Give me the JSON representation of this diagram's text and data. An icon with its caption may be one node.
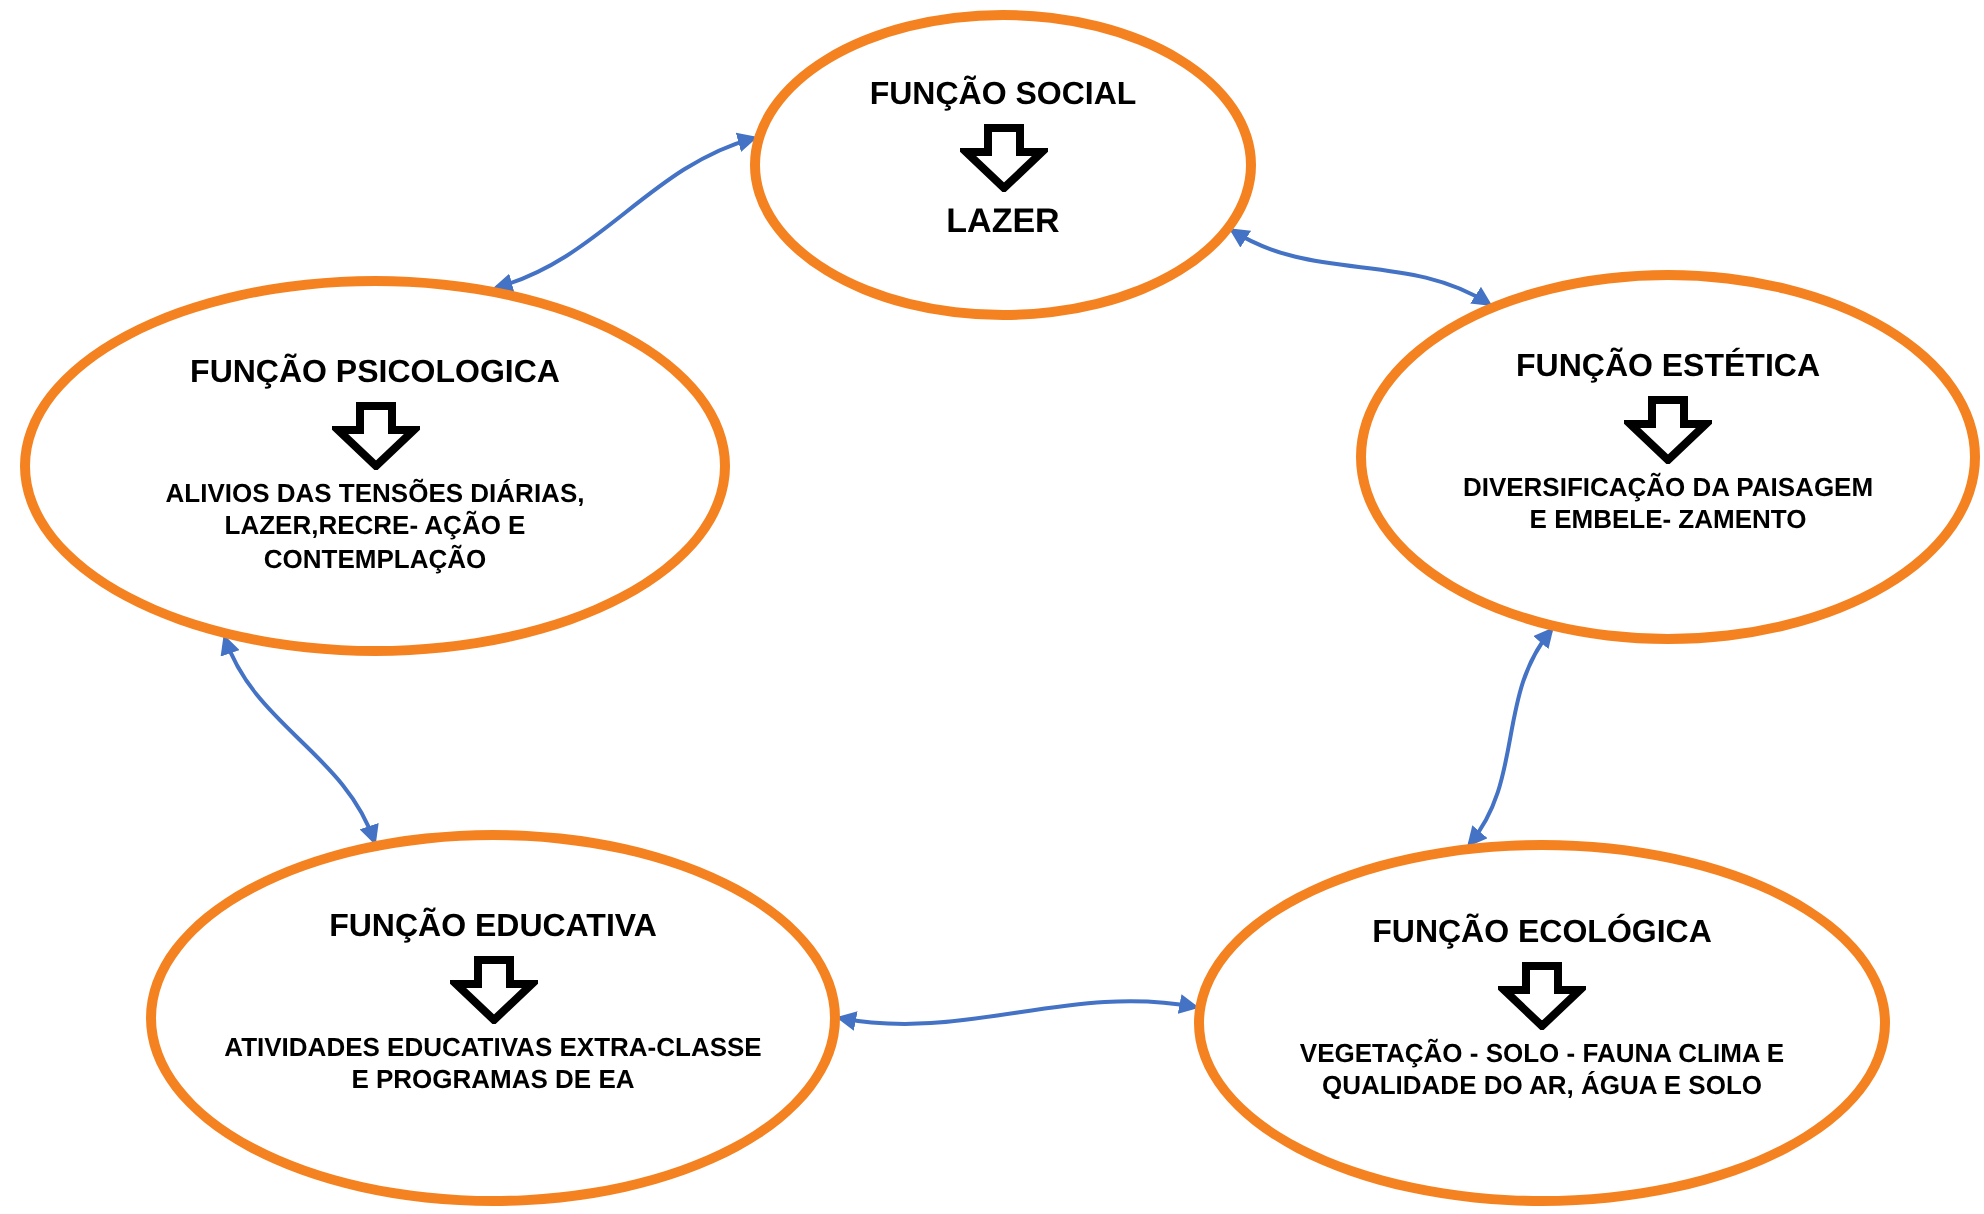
{
  "diagram": {
    "nodes": [
      {
        "text": [
          "FUNÇÃO SOCIAL",
          "LAZER"
        ]
      },
      {
        "text": [
          "FUNÇÃO PSICOLOGICA",
          "ALIVIOS DAS TENSÕES DIÁRIAS, LAZER,RECRE- AÇÃO E CONTEMPLAÇÃO"
        ]
      },
      {
        "text": [
          "FUNÇÃO ESTÉTICA",
          "DIVERSIFICAÇÃO DA PAISAGEM E EMBELE- ZAMENTO"
        ]
      },
      {
        "text": [
          "FUNÇÃO EDUCATIVA",
          "ATIVIDADES EDUCATIVAS EXTRA-CLASSE E PROGRAMAS DE EA"
        ]
      },
      {
        "text": [
          "FUNÇÃO ECOLÓGICA",
          "VEGETAÇÃO - SOLO - FAUNA CLIMA E QUALIDADE DO AR, ÁGUA E SOLO"
        ]
      }
    ],
    "edges": [
      {
        "from": 1,
        "to": 0,
        "arrow": "both"
      },
      {
        "from": 0,
        "to": 2,
        "arrow": "both"
      },
      {
        "from": 2,
        "to": 4,
        "arrow": "both"
      },
      {
        "from": 3,
        "to": 4,
        "arrow": "both"
      },
      {
        "from": 1,
        "to": 3,
        "arrow": "both"
      }
    ]
  }
}
